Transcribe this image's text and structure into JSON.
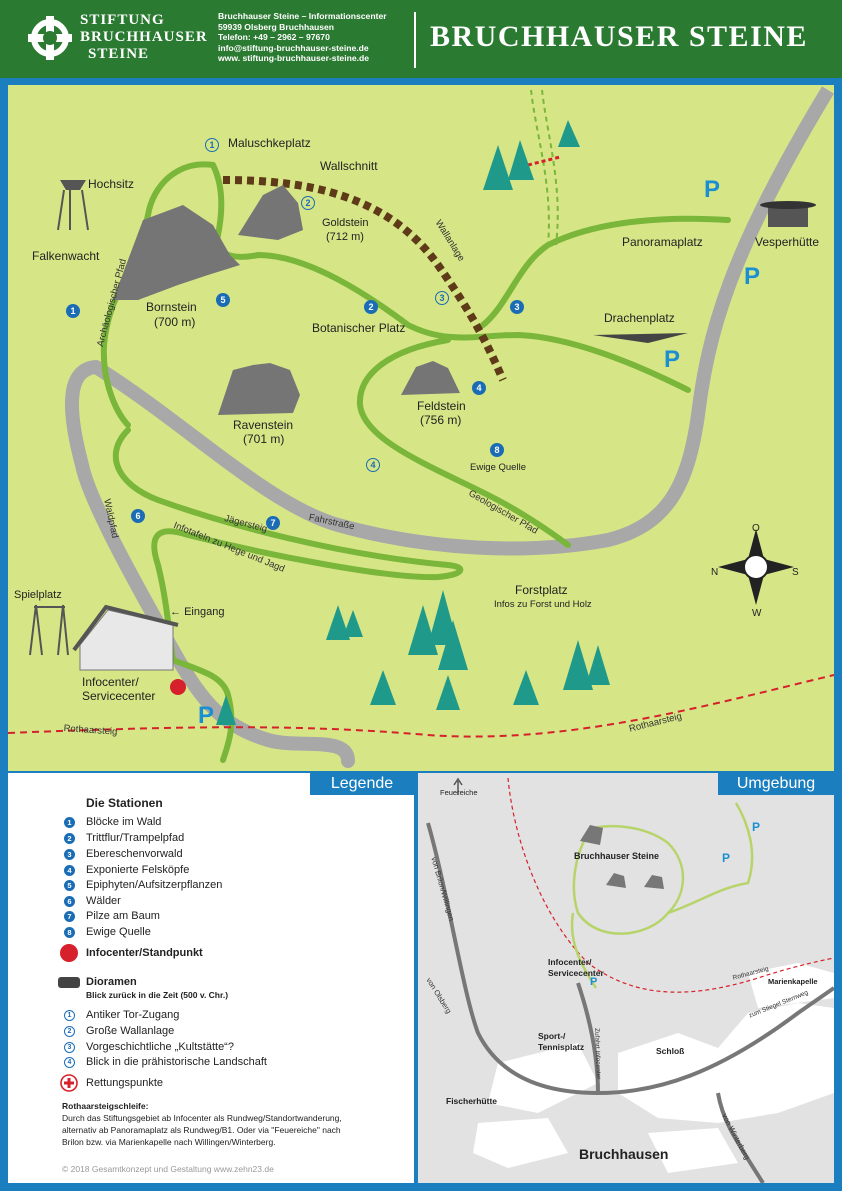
{
  "header": {
    "logo_lines": [
      "STIFTUNG",
      "BRUCHHAUSER",
      "STEINE"
    ],
    "contact_lines": [
      "Bruchhauser Steine – Informationscenter",
      "59939 Olsberg Bruchhausen",
      "Telefon: +49 – 2962 – 97670",
      "info@stiftung-bruchhauser-steine.de",
      "www. stiftung-bruchhauser-steine.de"
    ],
    "title": "BRUCHHAUSER STEINE"
  },
  "map": {
    "labels": {
      "maluschkeplatz": "Maluschkeplatz",
      "wallschnitt": "Wallschnitt",
      "hochsitz": "Hochsitz",
      "goldstein": "Goldstein",
      "goldstein_height": "(712 m)",
      "falkenwacht": "Falkenwacht",
      "bornstein": "Bornstein",
      "bornstein_height": "(700 m)",
      "botanischer_platz": "Botanischer Platz",
      "panoramaplatz": "Panoramaplatz",
      "vesperhuette": "Vesperhütte",
      "drachenplatz": "Drachenplatz",
      "feldstein": "Feldstein",
      "feldstein_height": "(756 m)",
      "ravenstein": "Ravenstein",
      "ravenstein_height": "(701 m)",
      "ewige_quelle": "Ewige Quelle",
      "forstplatz": "Forstplatz",
      "forstplatz_sub": "Infos zu Forst und Holz",
      "spielplatz": "Spielplatz",
      "eingang": "Eingang",
      "infocenter": "Infocenter/",
      "servicecenter": "Servicecenter",
      "wallanlage": "Wallanlage",
      "archaeologischer_pfad": "Archäologischer Pfad",
      "geologischer_pfad": "Geologischer Pfad",
      "fahrstrasse": "Fahrstraße",
      "jaegersteig": "Jägersteig",
      "infotafeln": "Infotafeln zu Hege und Jagd",
      "waldpfad": "Waldpfad",
      "rothaarsteig": "Rothaarsteig",
      "parking": "P"
    },
    "compass": {
      "north": "O",
      "east": "S",
      "south": "W",
      "west": "N"
    },
    "station_numbers": [
      "1",
      "2",
      "3",
      "4",
      "5",
      "6",
      "7",
      "8"
    ],
    "diorama_numbers": [
      "1",
      "2",
      "3",
      "4"
    ]
  },
  "legend": {
    "tab": "Legende",
    "stations_title": "Die Stationen",
    "stations": [
      {
        "num": "1",
        "label": "Blöcke im Wald"
      },
      {
        "num": "2",
        "label": "Trittflur/Trampelpfad"
      },
      {
        "num": "3",
        "label": "Ebereschenvorwald"
      },
      {
        "num": "4",
        "label": "Exponierte Felsköpfe"
      },
      {
        "num": "5",
        "label": "Epiphyten/Aufsitzerpflanzen"
      },
      {
        "num": "6",
        "label": "Wälder"
      },
      {
        "num": "7",
        "label": "Pilze am Baum"
      },
      {
        "num": "8",
        "label": "Ewige Quelle"
      }
    ],
    "infocenter": "Infocenter/Standpunkt",
    "dioramen_title": "Dioramen",
    "dioramen_sub": "Blick zurück in die Zeit (500 v. Chr.)",
    "dioramen": [
      {
        "num": "1",
        "label": "Antiker Tor-Zugang"
      },
      {
        "num": "2",
        "label": "Große Wallanlage"
      },
      {
        "num": "3",
        "label": "Vorgeschichtliche „Kultstätte“?"
      },
      {
        "num": "4",
        "label": "Blick in die prähistorische Landschaft"
      }
    ],
    "rescue": "Rettungspunkte",
    "rothaar_title": "Rothaarsteigschleife:",
    "rothaar_text": [
      "Durch das Stiftungsgebiet ab Infocenter als Rundweg/Standortwanderung,",
      "alternativ ab Panoramaplatz als Rundweg/B1. Oder via \"Feuereiche\" nach",
      "Brilon bzw. via Marienkapelle nach Willingen/Winterberg."
    ],
    "copyright": "© 2018 Gesamtkonzept und Gestaltung www.zehn23.de"
  },
  "environment": {
    "tab": "Umgebung",
    "feuereiche": "Feuereiche",
    "bruchhauser_steine": "Bruchhauser Steine",
    "infocenter": "Infocenter/",
    "servicecenter": "Servicecenter",
    "von_brilon": "von Brilon/Willingen",
    "von_olsberg": "von Olsberg",
    "zufahrt": "Zufahrt Infocenter",
    "sport": "Sport-/",
    "tennisplatz": "Tennisplatz",
    "schloss": "Schloß",
    "fischerhuette": "Fischerhütte",
    "rothaarsteig": "Rothaarsteig",
    "marienkapelle": "Marienkapelle",
    "zum_steig": "zum Stiegel Sternweg",
    "von_winterberg": "von Winterberg",
    "bruchhausen": "Bruchhausen",
    "parking": "P"
  },
  "colors": {
    "meadow": "#d6e687",
    "path_green": "#7ab63a",
    "road_grey": "#a8a8a8",
    "header_green": "#2b7a32",
    "frame_blue": "#1b7fbf",
    "station_blue": "#1a6cb5",
    "wall_brown": "#5e3a18",
    "tree_teal": "#1f9a8a",
    "rescue_red": "#d6202b"
  }
}
